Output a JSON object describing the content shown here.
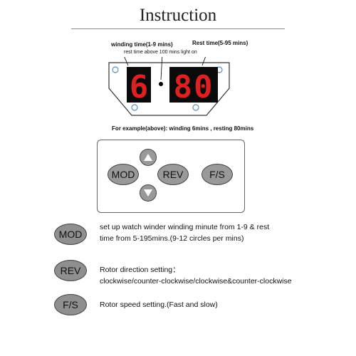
{
  "title": "Instruction",
  "display_diagram": {
    "winding_label": "winding time(1-9 mins)",
    "rest_label": "Rest time(5-95 mins)",
    "light_note": "rest time above 100 mins light on",
    "winding_digit": "6",
    "rest_digits": "80",
    "digit_color": "#e02020"
  },
  "example_text": "For example(above): winding 6mins ,  resting 80mins",
  "keypad": {
    "mod_label": "MOD",
    "rev_label": "REV",
    "fs_label": "F/S",
    "up_icon": "up-triangle-icon",
    "down_icon": "down-triangle-icon"
  },
  "legend": [
    {
      "key": "MOD",
      "line1": "set up watch winder winding  minute from 1-9 & rest",
      "line2": "time from 5-195mins.(9-12 circles per mins)"
    },
    {
      "key": "REV",
      "line1": "Rotor direction setting：",
      "line2": "clockwise/counter-clockwise/clockwise&counter-clockwise"
    },
    {
      "key": "F/S",
      "line1": "Rotor speed setting.(Fast and slow)",
      "line2": ""
    }
  ]
}
